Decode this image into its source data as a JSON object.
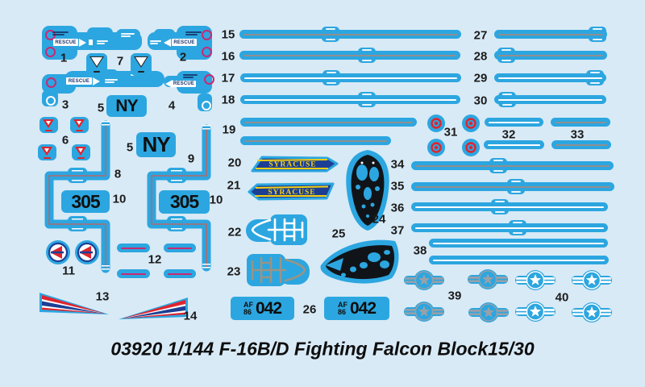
{
  "sheet": {
    "caption": "03920 1/144 F-16B/D Fighting Falcon Block15/30"
  },
  "decals": {
    "rescue": "RESCUE",
    "tail_code": "NY",
    "squadron_number": "305",
    "banner": "SYRACUSE",
    "serial_prefix": "AF",
    "serial_year": "86",
    "serial_number": "042"
  },
  "labels": {
    "1": "1",
    "2": "2",
    "3": "3",
    "4": "4",
    "5": "5",
    "6": "6",
    "7": "7",
    "8": "8",
    "9": "9",
    "10": "10",
    "11": "11",
    "12": "12",
    "13": "13",
    "14": "14",
    "15": "15",
    "16": "16",
    "17": "17",
    "18": "18",
    "19": "19",
    "20": "20",
    "21": "21",
    "22": "22",
    "23": "23",
    "24": "24",
    "25": "25",
    "26": "26",
    "27": "27",
    "28": "28",
    "29": "29",
    "30": "30",
    "31": "31",
    "32": "32",
    "33": "33",
    "34": "34",
    "35": "35",
    "36": "36",
    "37": "37",
    "38": "38",
    "39": "39",
    "40": "40"
  },
  "colors": {
    "bg": "#d8eaf6",
    "cyan": "#2ca6e0",
    "navy": "#1c3f94",
    "yellow": "#f4d011",
    "red": "#e0242e",
    "magenta": "#c82a73",
    "gray": "#8f8f8f",
    "maroon": "#b06a6a",
    "lowviz": "#98a0a8"
  }
}
